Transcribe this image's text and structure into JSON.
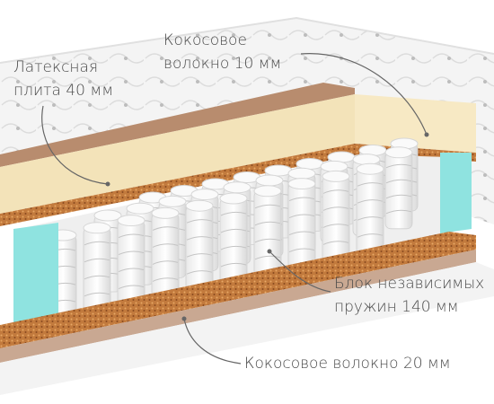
{
  "labels": {
    "latex": {
      "line1": "Латексная",
      "line2": "плита 40 мм"
    },
    "coconut_top": {
      "line1": "Кокосовое",
      "line2": "волокно 10 мм"
    },
    "springs": {
      "line1": "Блок независимых",
      "line2": "пружин 140 мм"
    },
    "coconut_bottom": {
      "line1": "Кокосовое волокно  20 мм"
    }
  },
  "colors": {
    "latex": "#f2e1b6",
    "coconut": "#c47a3e",
    "foam_edge": "#8fe3e0",
    "cover": "#f1f1f1",
    "felt": "#b88c6e",
    "callout_line": "#666666"
  }
}
